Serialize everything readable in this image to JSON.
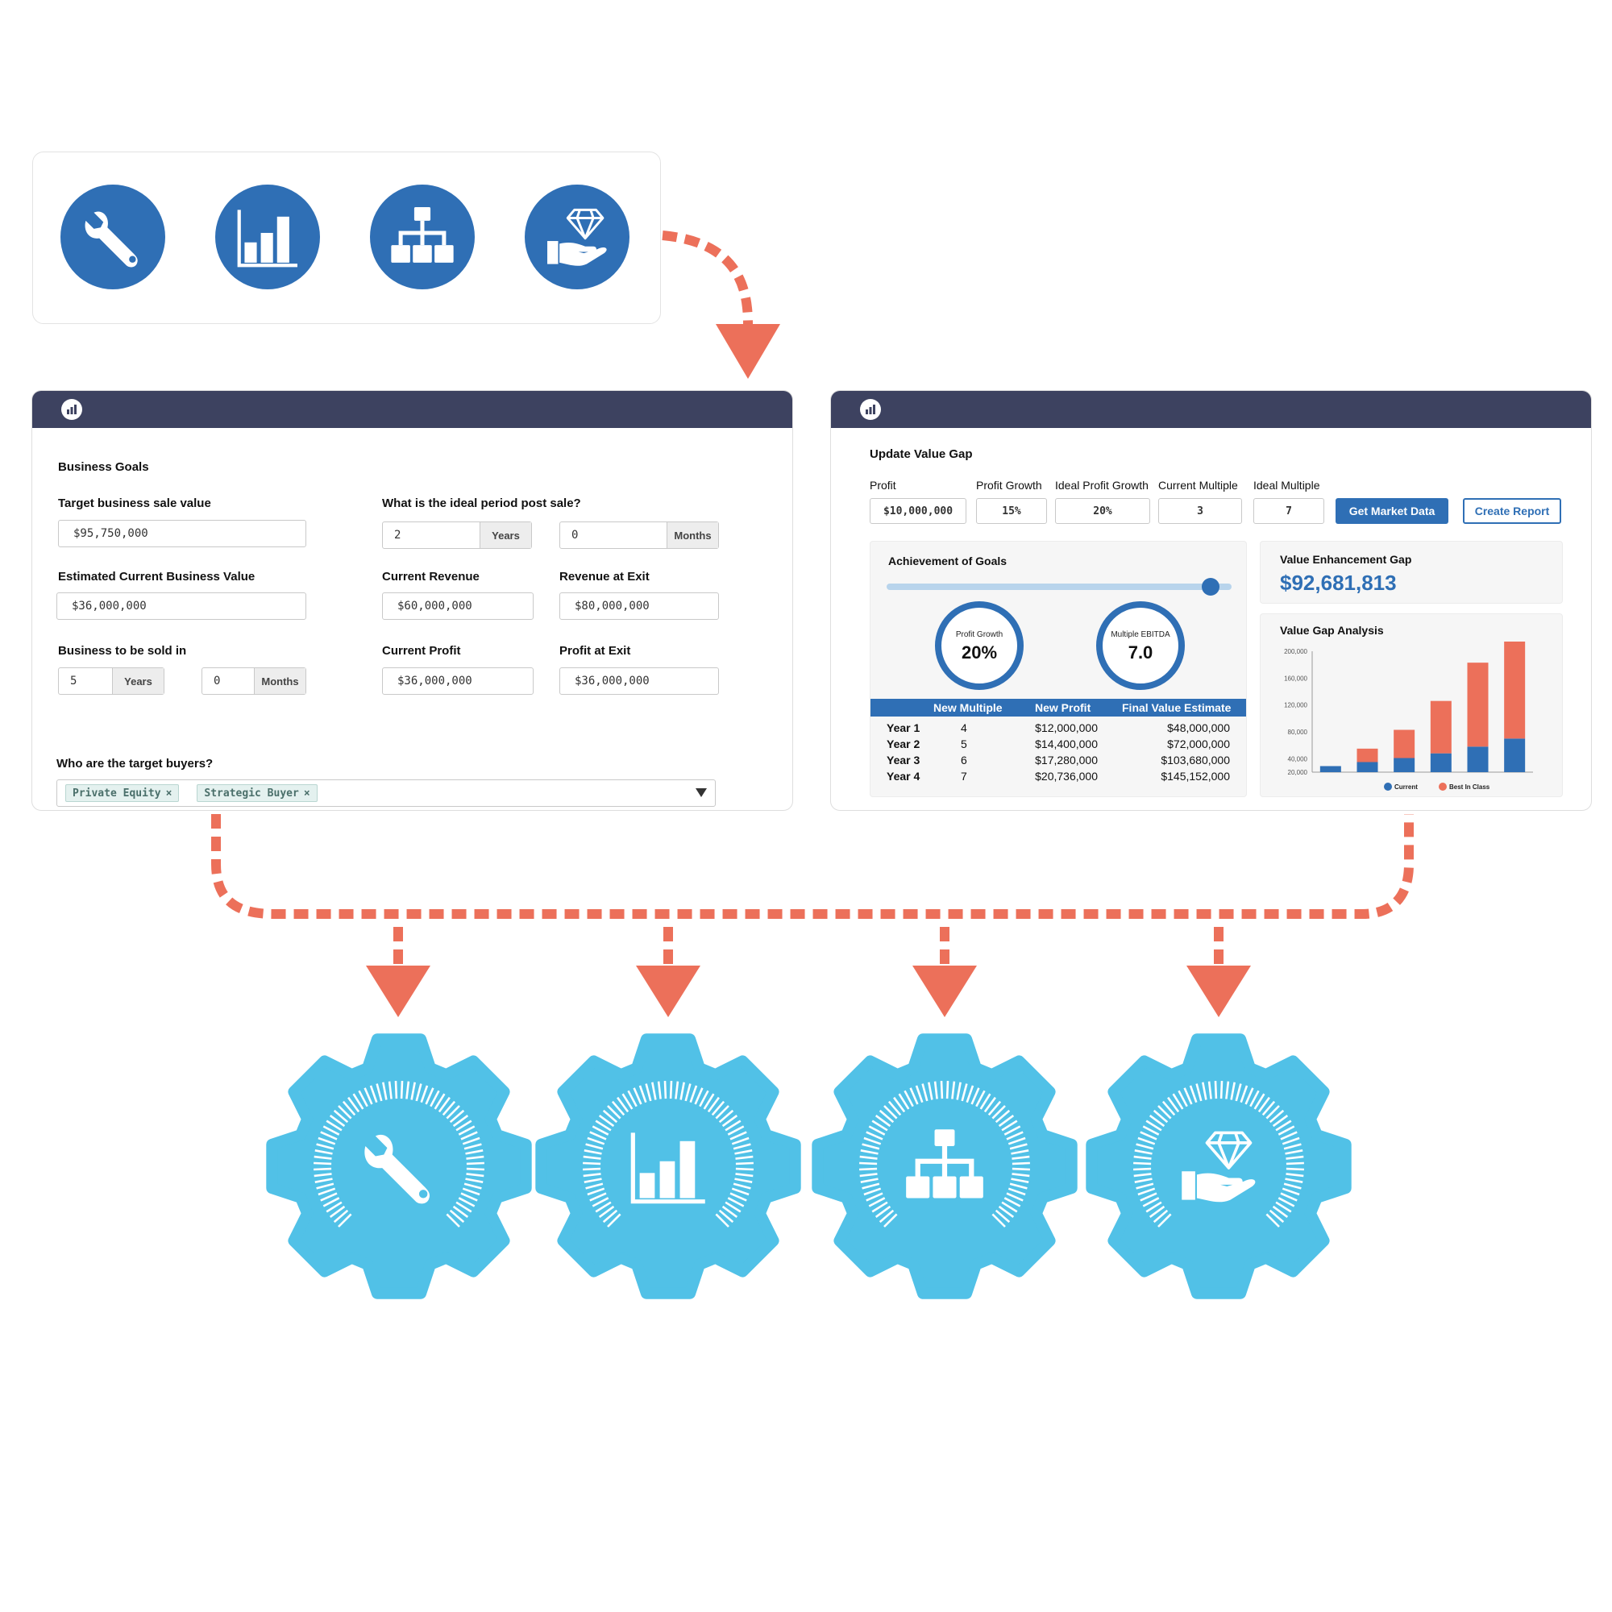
{
  "colors": {
    "primary_blue": "#2f6fb5",
    "header_navy": "#3d4260",
    "arrow_orange": "#ec705a",
    "gear_cyan": "#51c1e7",
    "chart_current": "#2f6fb5",
    "chart_best": "#ec705a"
  },
  "top_icons": [
    "wrench-icon",
    "bar-chart-icon",
    "org-chart-icon",
    "diamond-hand-icon"
  ],
  "business_goals": {
    "title": "Business Goals",
    "target_sale_label": "Target business sale value",
    "target_sale_value": "$95,750,000",
    "ideal_period_label": "What is the ideal period post sale?",
    "ideal_period_years": "2",
    "ideal_period_months": "0",
    "years_unit": "Years",
    "months_unit": "Months",
    "current_value_label": "Estimated Current Business Value",
    "current_value": "$36,000,000",
    "current_revenue_label": "Current Revenue",
    "current_revenue": "$60,000,000",
    "revenue_exit_label": "Revenue at Exit",
    "revenue_exit": "$80,000,000",
    "sold_in_label": "Business to be sold in",
    "sold_in_years": "5",
    "sold_in_months": "0",
    "current_profit_label": "Current Profit",
    "current_profit": "$36,000,000",
    "profit_exit_label": "Profit at Exit",
    "profit_exit": "$36,000,000",
    "buyers_label": "Who are the target buyers?",
    "buyers": [
      "Private Equity",
      "Strategic Buyer"
    ],
    "tag_remove": "×"
  },
  "value_gap": {
    "title": "Update Value Gap",
    "profit_label": "Profit",
    "profit_value": "$10,000,000",
    "growth_label": "Profit Growth",
    "growth_value": "15%",
    "ideal_growth_label": "Ideal Profit Growth",
    "ideal_growth_value": "20%",
    "current_multiple_label": "Current Multiple",
    "current_multiple_value": "3",
    "ideal_multiple_label": "Ideal Multiple",
    "ideal_multiple_value": "7",
    "market_button": "Get Market Data",
    "report_button": "Create Report",
    "achievement_title": "Achievement of Goals",
    "slider_level": 0.94,
    "gauge1_label": "Profit Growth",
    "gauge1_value": "20%",
    "gauge2_label": "Multiple EBITDA",
    "gauge2_value": "7.0",
    "table_headers": [
      "New Multiple",
      "New Profit",
      "Final Value Estimate"
    ],
    "table_rows": [
      {
        "year": "Year 1",
        "multiple": "4",
        "profit": "$12,000,000",
        "value": "$48,000,000"
      },
      {
        "year": "Year 2",
        "multiple": "5",
        "profit": "$14,400,000",
        "value": "$72,000,000"
      },
      {
        "year": "Year 3",
        "multiple": "6",
        "profit": "$17,280,000",
        "value": "$103,680,000"
      },
      {
        "year": "Year 4",
        "multiple": "7",
        "profit": "$20,736,000",
        "value": "$145,152,000"
      }
    ],
    "gap_title": "Value Enhancement Gap",
    "gap_value": "$92,681,813",
    "analysis_title": "Value Gap Analysis"
  },
  "chart_data": {
    "type": "bar",
    "stacked": true,
    "title": "Value Gap Analysis",
    "y_ticks": [
      "200,000",
      "160,000",
      "120,000",
      "80,000",
      "40,000",
      "20,000"
    ],
    "ylim": [
      20000,
      200000
    ],
    "grid": false,
    "legend_position": "bottom",
    "series": [
      {
        "name": "Current",
        "values": [
          29000,
          35000,
          41000,
          48000,
          58000,
          70000
        ]
      },
      {
        "name": "Best In Class",
        "values": [
          0,
          20000,
          42000,
          78000,
          125000,
          150000
        ]
      }
    ]
  },
  "bottom_gears": [
    "wrench-icon",
    "bar-chart-icon",
    "org-chart-icon",
    "diamond-hand-icon"
  ]
}
